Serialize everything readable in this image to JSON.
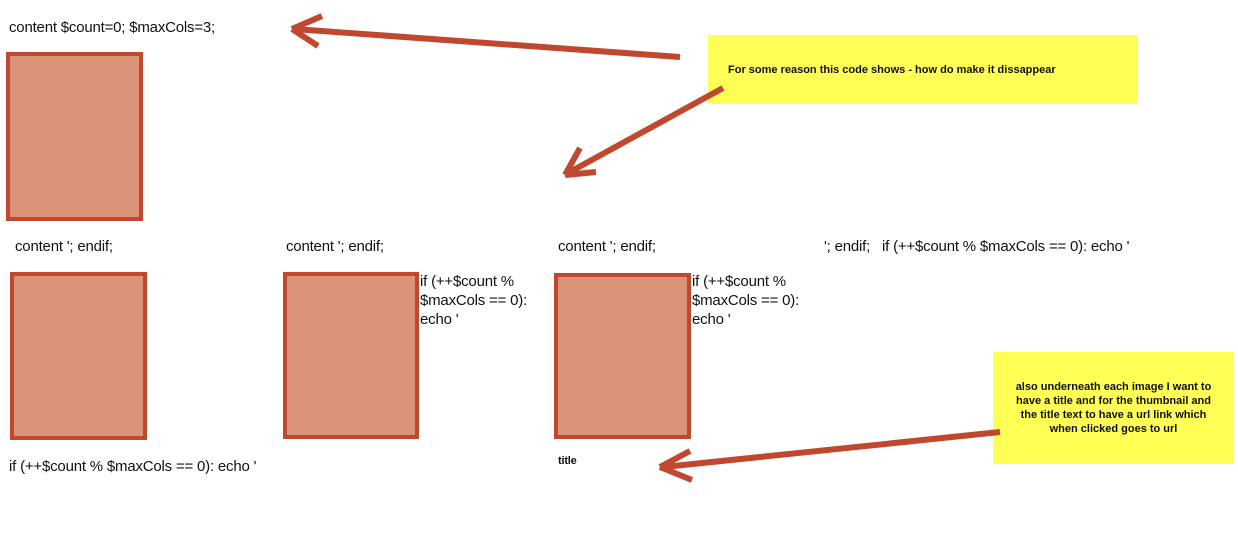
{
  "code_texts": {
    "top": "content $count=0; $maxCols=3;",
    "endif_1": "content '; endif;",
    "endif_2": "content '; endif;",
    "endif_3": "content '; endif;",
    "endif_if": "'; endif;   if (++$count % $maxCols == 0): echo '",
    "if_col2_l1": "if (++$count %",
    "if_col2_l2": "$maxCols == 0):",
    "if_col2_l3": "echo '",
    "if_col3_l1": "if (++$count %",
    "if_col3_l2": "$maxCols == 0):",
    "if_col3_l3": "echo '",
    "bottom": "if (++$count % $maxCols == 0): echo '",
    "title": "title"
  },
  "notes": {
    "note1": "For some reason this code shows - how do make it dissappear",
    "note2": "also underneath each image I want to have a title and for the thumbnail and the title text to have a url link which when clicked goes to url"
  },
  "colors": {
    "arrow": "#c0482f",
    "note": "#ffff55",
    "thumb_fill": "#d99477"
  }
}
